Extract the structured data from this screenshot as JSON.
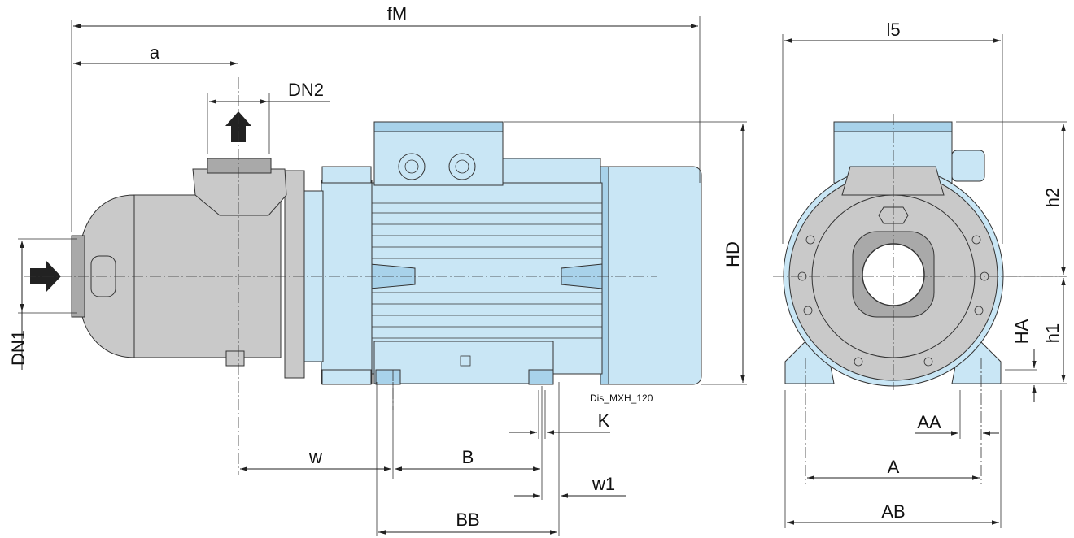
{
  "labels": {
    "fM": "fM",
    "a": "a",
    "DN2": "DN2",
    "DN1": "DN1",
    "HD": "HD",
    "w": "w",
    "B": "B",
    "K": "K",
    "w1": "w1",
    "BB": "BB",
    "drawing_id": "Dis_MXH_120",
    "l5": "l5",
    "h2": "h2",
    "h1": "h1",
    "HA": "HA",
    "AA": "AA",
    "A": "A",
    "AB": "AB"
  },
  "colors": {
    "pump_body": "#c9c9c9",
    "motor_body": "#c9e6f5",
    "motor_shade": "#a8d2ea",
    "line": "#222222"
  },
  "icons": [
    "inlet-arrow-icon",
    "outlet-arrow-icon"
  ]
}
